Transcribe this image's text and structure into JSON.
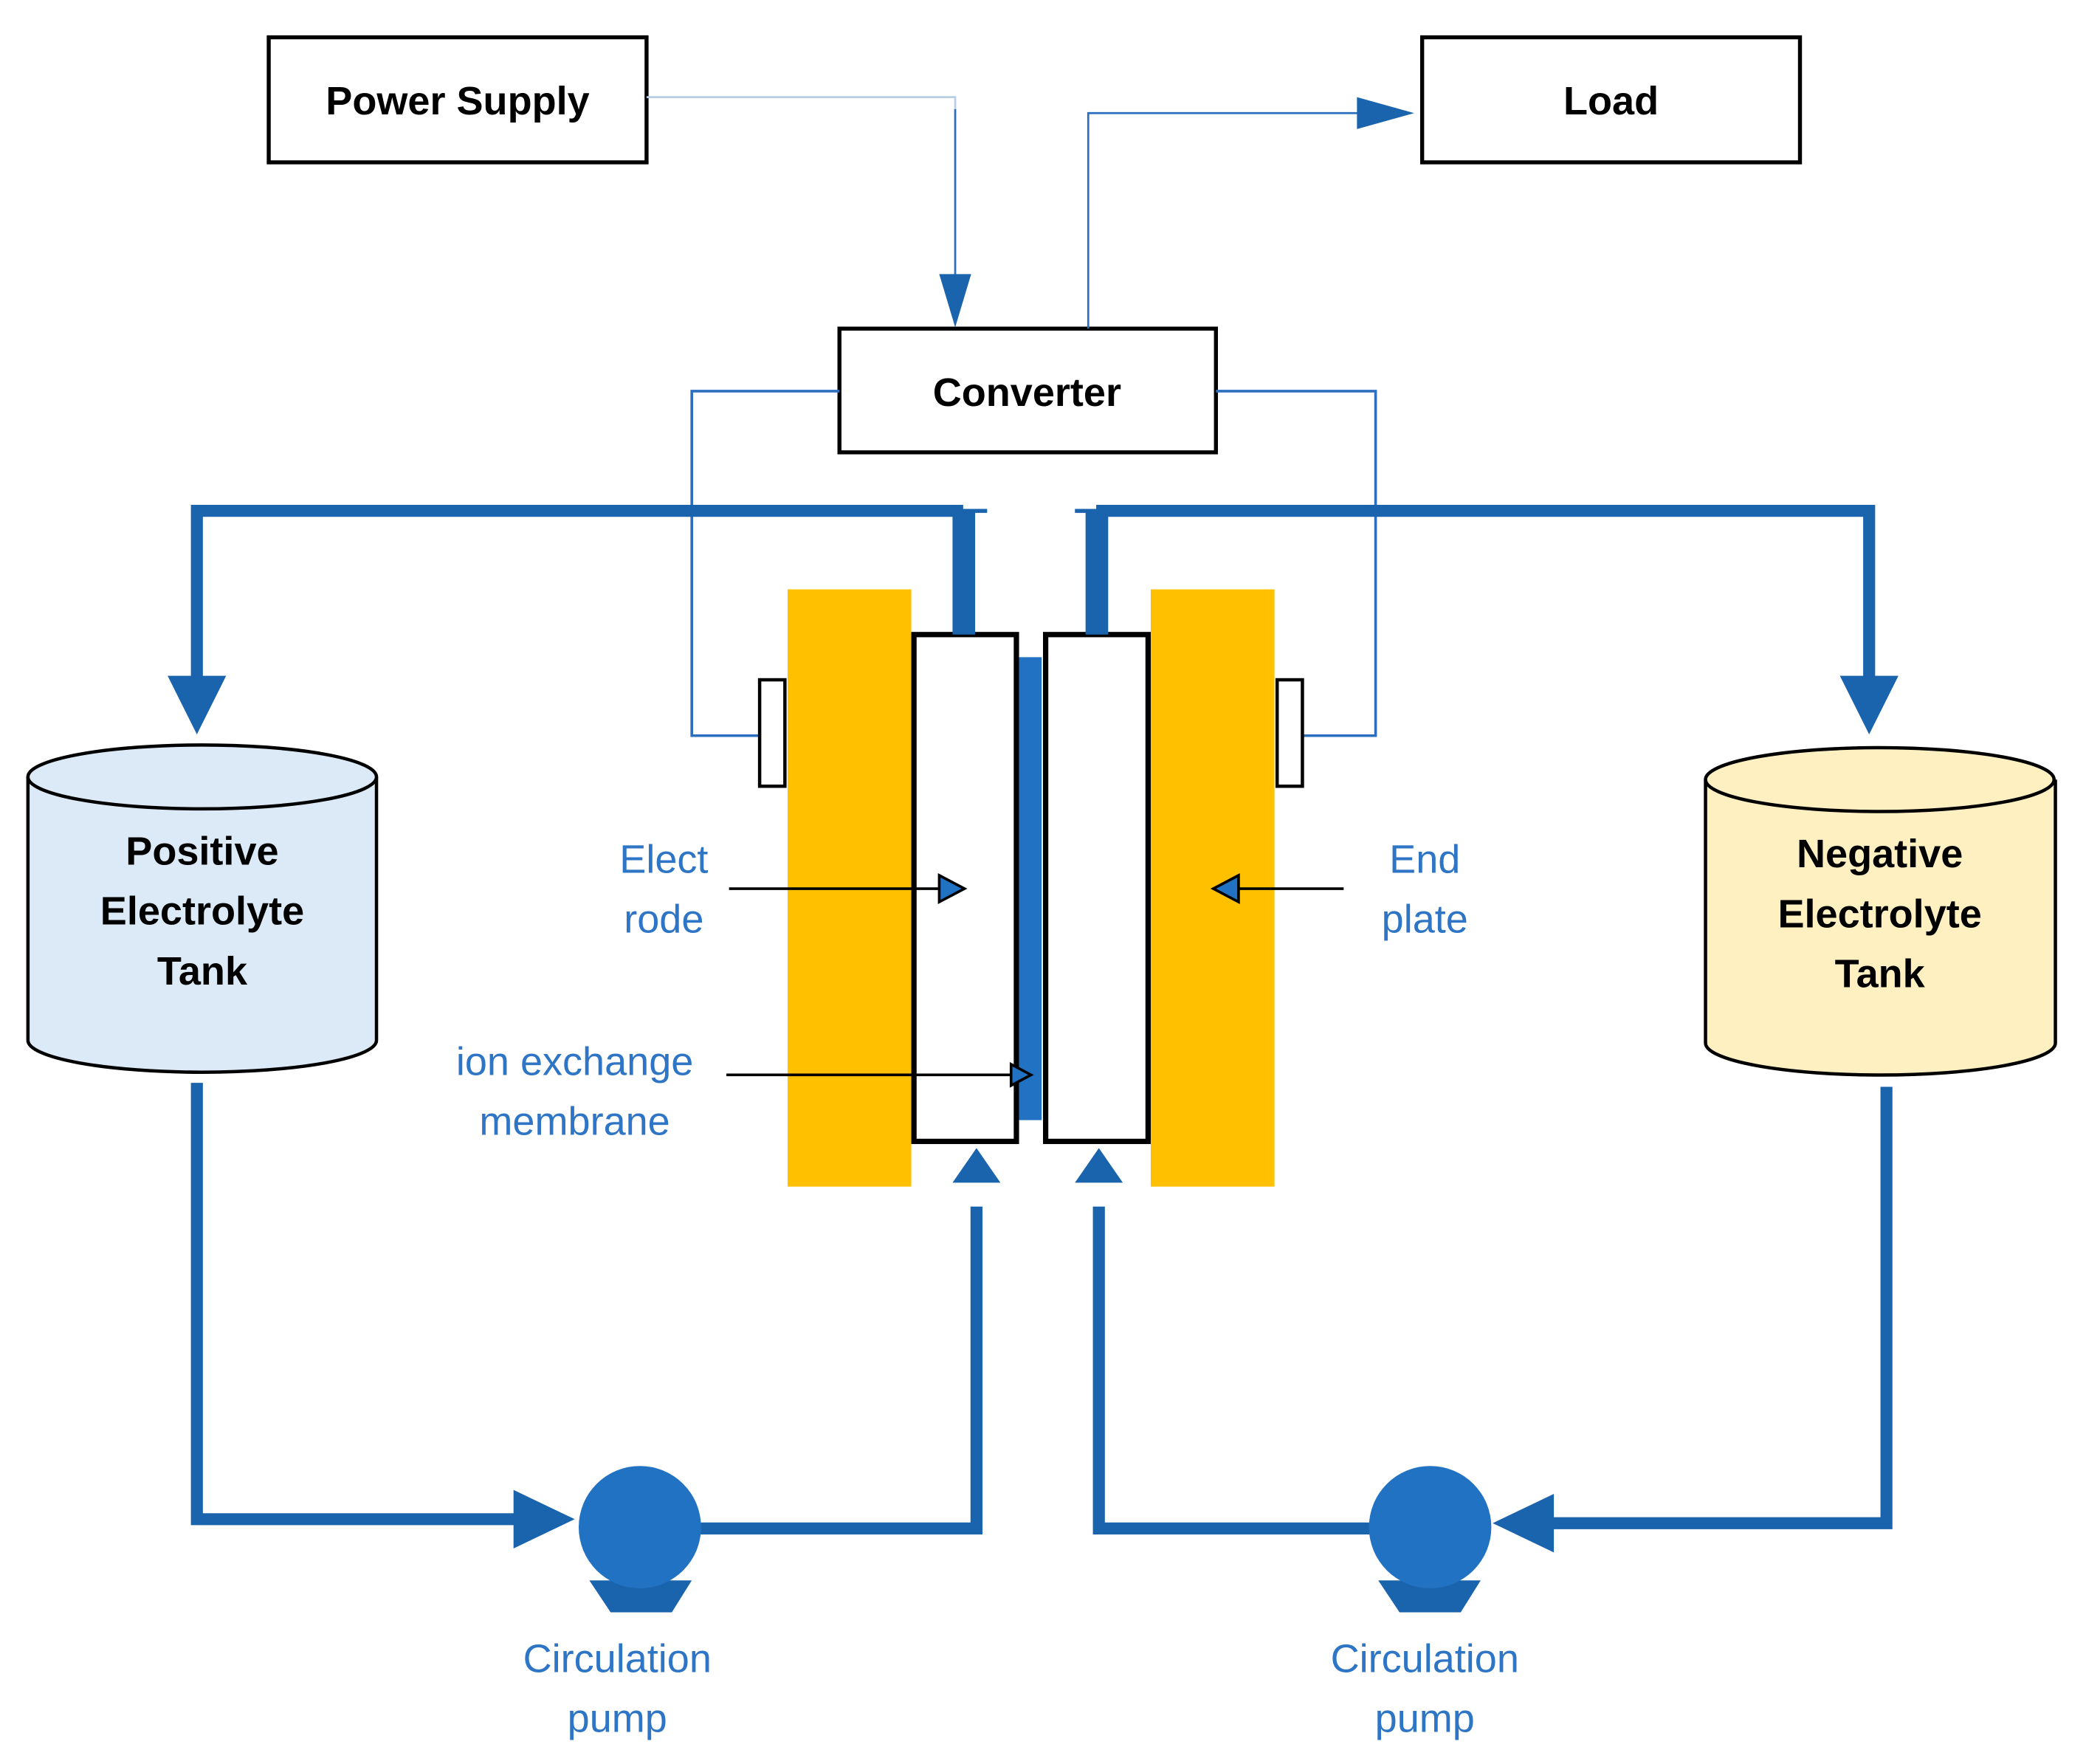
{
  "title": "Redox flow battery system schematic",
  "colors": {
    "pipe": "#1a63ad",
    "membrane": "#2272c3",
    "end_plate": "#ffc000",
    "positive_tank": "#dbeaf6",
    "negative_tank": "#fff0c2",
    "label_blue": "#2e75c6",
    "wire": "#2c6fbf"
  },
  "boxes": {
    "power_supply": "Power Supply",
    "load": "Load",
    "converter": "Converter"
  },
  "tanks": {
    "positive": [
      "Positive",
      "Electrolyte",
      "Tank"
    ],
    "negative": [
      "Negative",
      "Electrolyte",
      "Tank"
    ]
  },
  "labels": {
    "electrode": [
      "Elect",
      "rode"
    ],
    "end_plate": [
      "End",
      "plate"
    ],
    "membrane": [
      "ion exchange",
      "membrane"
    ],
    "pump_left": [
      "Circulation",
      "pump"
    ],
    "pump_right": [
      "Circulation",
      "pump"
    ]
  }
}
